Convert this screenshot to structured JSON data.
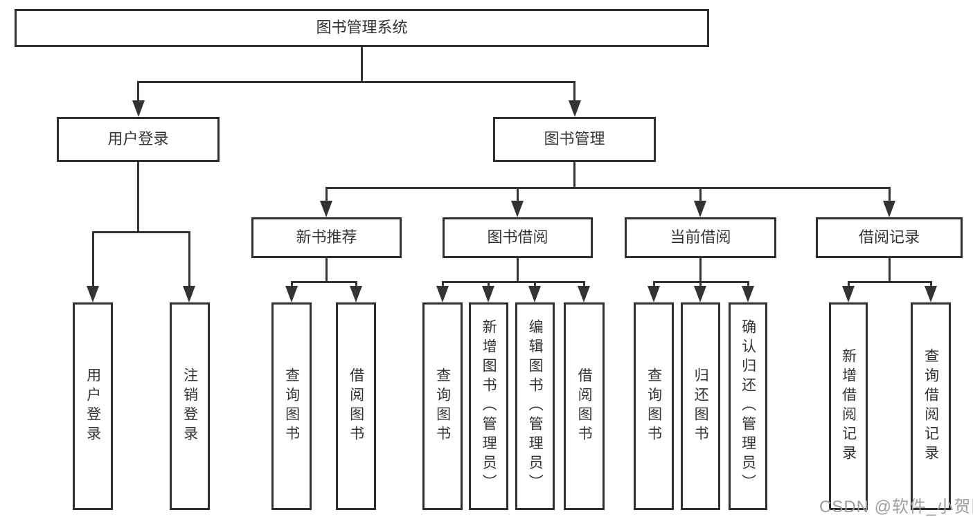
{
  "nodes": {
    "root": "图书管理系统",
    "user_login": "用户登录",
    "book_mgmt": "图书管理",
    "new_book_rec": "新书推荐",
    "book_borrow": "图书借阅",
    "current_borrow": "当前借阅",
    "borrow_records": "借阅记录",
    "leaf_user_login": "用户登录",
    "leaf_logout": "注销登录",
    "leaf_query_book_newrec": "查询图书",
    "leaf_borrow_book_newrec": "借阅图书",
    "leaf_query_book_borrow": "查询图书",
    "leaf_add_book_admin": "新增图书（管理员）",
    "leaf_edit_book_admin": "编辑图书（管理员）",
    "leaf_borrow_book_borrow": "借阅图书",
    "leaf_query_book_current": "查询图书",
    "leaf_return_book": "归还图书",
    "leaf_confirm_return_admin": "确认归还（管理员）",
    "leaf_add_borrow_record": "新增借阅记录",
    "leaf_query_borrow_record": "查询借阅记录"
  },
  "watermark": "CSDN @软件_小贺同学",
  "colors": {
    "line": "#333333",
    "box_border": "#2e2e2e",
    "text": "#333333",
    "watermark": "#9e9e9e",
    "background": "#ffffff"
  }
}
